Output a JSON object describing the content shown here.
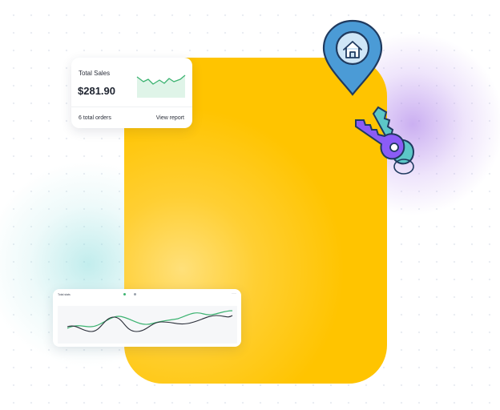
{
  "sales_card": {
    "title": "Total Sales",
    "value": "$281.90",
    "orders": "6 total orders",
    "link": "View report",
    "colors": {
      "line": "#3cb371",
      "fill": "#dff4e8"
    }
  },
  "stats_card": {
    "tabs": [
      "Total stats",
      "",
      ""
    ],
    "legend": [
      {
        "label": "",
        "color": "#3cb371"
      },
      {
        "label": "",
        "color": "#9aa1ad"
      }
    ],
    "more": "···",
    "colors": {
      "primary": "#3cb371",
      "secondary": "#2b2f3a"
    }
  },
  "illustration": {
    "pin_icon": "home-location-pin-icon",
    "key_icon": "key-icon",
    "colors": {
      "yellow": "#ffc400",
      "pin": "#4b9bd6",
      "key_purple": "#8b5cf6",
      "key_teal": "#5cc7c7"
    }
  }
}
